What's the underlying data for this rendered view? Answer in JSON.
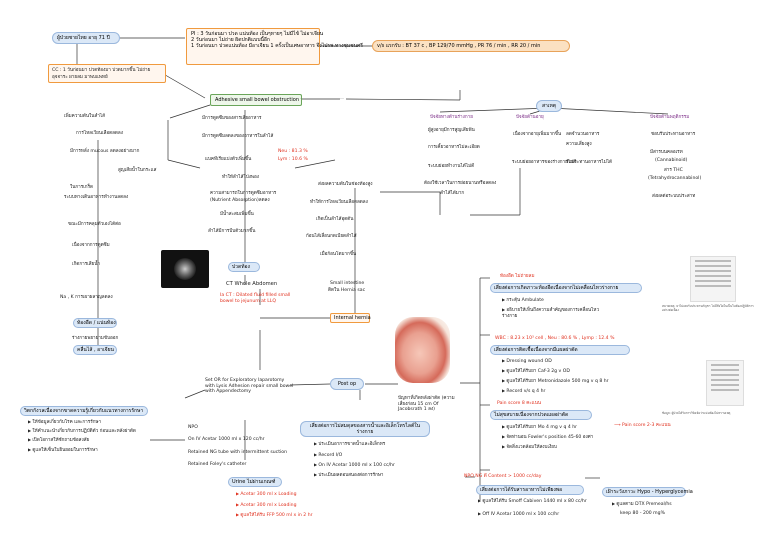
{
  "patient": "ผู้ป่วยชายไทย อายุ 71 ปี",
  "cc": "CC : 1 วันก่อนมา ปวดท้องมา ปวดมากขึ้น ไม่ถ่ายอุจจาระ ผายลม มาพบแพทย์",
  "pi": [
    "PI : 3 วันก่อนมา ปวด แน่นท้อง เป็นๆหายๆ ไม่มีไข้ ไม่อาเจียน",
    "2 วันก่อนมา ไม่ถ่าย ผิดปกติแบบนี้อีก",
    "1 วันก่อนมา ปวดแน่นท้อง มีอาเจียน 1 ครั้งเป็นเศษอาหาร จึงไปรพ.ทางชุมชนศรี"
  ],
  "vital": "v/s แรกรับ : BT 37 c , BP 129/70 mmHg , PR 76 / min , RR 20 / min",
  "diagnosis": "Adhesive small bowel obstruction",
  "cause_title": "สาเหตุ",
  "cause_cols": [
    {
      "title": "ปัจจัยทางด้านร่างกาย",
      "items": [
        "ผู้สูงอายุมีการสูญเสียฟัน",
        "การเคี้ยวอาหารไม่ละเอียด",
        "ระบบย่อยทำงานได้ไม่ดี",
        "ต้องใช้เวลาในการย่อยนานหรือลดลง"
      ]
    },
    {
      "title": "ปัจจัยด้านอายุ",
      "items": [
        "เนื่องจากอายุเพิ่มมากขึ้น",
        "ระบบย่อยอาหารของร่างกายไม่ดี"
      ]
    },
    {
      "title": "",
      "items": [
        "ลดจำนวนอาหาร",
        "ความเสี่ยงสูง",
        "รับประทานอาหารไม่ได้"
      ]
    },
    {
      "title": "ปัจจัยด้านพฤติกรรม",
      "items": [
        "ชอบรับประทานอาหาร",
        "มีสารบนคลอเรท",
        "(Cannabinoid)",
        "สาร THC",
        "(Tetrahydrocannabinol)",
        "ส่งผลต่อระบบประสาท"
      ]
    }
  ],
  "left_chain": [
    "เพิ่มความดันในลำไส้",
    "การไหลเวียนเลือดลดลง",
    "มีการหลั่ง mucous ลดลงอย่างมาก",
    "ในการเกร็ด",
    "ระบบทางเดินอาหารทำงานลดลง",
    "สูญเสียน้ำในกระแส",
    "ขณะมีการคลุมตัวเองได้ต่อ",
    "เนื่องจากการดูดซึม",
    "เกิดการเสียน้ำ",
    "Na , K การเผาผลาญลดลง",
    "ท้องอืด / แน่นท้อง",
    "ร่างกายพยายามขับออก",
    "คลื่นไส้ , อาเจียน"
  ],
  "mid_chain": [
    "มีการดูดซึมของสารเสียอาหาร",
    "มีการดูดซึมลดลงของอาหารในลำไส้",
    "แบคทีเรียแบ่งตัวเพิ่มขึ้น",
    "ทำให้ลำไส้โป่งพอง",
    "ความสามารถในการดูดซึมอาหาร",
    "(Nutrient Absorption)ลดลง",
    "มีน้ำสะสมเพิ่มขึ้น",
    "ลำไส้มีการบีบตัวมากขึ้น",
    "ปวดท้อง"
  ],
  "lab1": [
    "Neu : 81.3 %",
    "Lym : 10.6 %"
  ],
  "hernia_chain": [
    "ส่งผลความดันในช่องท้องสูง",
    "ทำให้การไหลเวียนเลือดลดลง",
    "เกิดเป็นลำไส้อุดตัน",
    "ก้อนไส้เลื่อนกดเบียดลำไส้",
    "Small intestine",
    "ติดใน Hernia sac"
  ],
  "internal_hernia": "Internal hernia",
  "ct_title": "CT Whole Abdomen",
  "ct_result": "Ia CT : Dilated fluid filled small bowel to jejunum at LLQ",
  "surgery": "Set OR for Exploratory laparotomy with Lysis Adhesion repair small bowel with Appendectomy",
  "post_op": "Post op",
  "post_op_note": "ปัญหาที่เกิดหลังผ่าตัด (ความเสี่ยงก่อน 15 cm Of Jacobsrath 1 ลง)",
  "nurse_1": {
    "title": "วิตกกังวลเนื่องจากขาดความรู้เกี่ยวกับแนวทางการรักษา",
    "items": [
      "ให้ข้อมูลเกี่ยวกับโรค และการรักษา",
      "ให้คำแนะนำเกี่ยวกับการปฏิบัติตัว ก่อนและหลังผ่าตัด",
      "เปิดโอกาสให้ซักถามข้อสงสัย",
      "ดูแลให้เซ็นใบยินยอมในการรักษา"
    ]
  },
  "orders": [
    "NPO",
    "On IV Acetar 1000 ml x 120 cc/hr",
    "Retained NG tube with intermittent suction",
    "Retained Foley's catheter"
  ],
  "nurse_2": {
    "title": "เสี่ยงต่อการไม่สมดุลของสารน้ำและอิเล็กโทรไลต์ในร่างกาย",
    "items": [
      "ประเมินอาการขาดน้ำและอิเล็กทร",
      "Record I/O",
      "On IV Acetar 1000 ml x 100 cc/hr",
      "ประเมินผลตอบสนองต่อการรักษา"
    ]
  },
  "urine": {
    "title": "Urine ไม่ผ่านเกณฑ์",
    "items": [
      "Acetar 300 ml x Loading",
      "Acetar 300 ml x Loading",
      "ดูแลให้ได้รับ FFP 500 ml x in 2 hr"
    ]
  },
  "right_1": {
    "head": "ท้องอืด ไม่ถ่ายลม",
    "title": "เสี่ยงต่อการเกิดภาวะท้องอืดเนื่องจากไม่เคลื่อนไหวร่างกาย",
    "items": [
      "กระตุ้น Ambulate",
      "อธิบายให้เห็นถึงความสำคัญของการเคลื่อนไหวร่างกาย"
    ]
  },
  "right_2": {
    "lab": "WBC : 8.23 x 10³ cell , Neu : 80.6 % , Lymp : 12.4 %",
    "title": "เสี่ยงต่อการติดเชื้อเนื่องจากมีแผลผ่าตัด",
    "items": [
      "Dressing wound OD",
      "ดูแลให้ได้รับยา Caf-3 2g v OD",
      "ดูแลให้ได้รับยา Metronidazole 500 mg v q 8 hr",
      "Record v/s q 4 hr"
    ]
  },
  "right_3": {
    "head": "Pain score 8 คะแนน",
    "title": "ไม่สุขสบายเนื่องจากปวดแผลผ่าตัด",
    "items": [
      "ดูแลให้ได้รับยา Mo 4 mg v q 4 hr",
      "จัดท่านอน Fowler's position 45-60 องศา",
      "จัดสิ่งแวดล้อมให้สงบเงียบ"
    ],
    "result": "Pain score 2-3 คะแนน"
  },
  "npo_line": "NPO     NG ดี Content > 1000 cc/day",
  "right_4": {
    "title": "เสี่ยงต่อการได้รับสารอาหารไม่เพียงพอ",
    "items": [
      "ดูแลให้ได้รับ Smoff Cabiven 1440 ml x 80 cc/hr",
      "Off IV Acetar 1000 ml x 100 cc/hr"
    ]
  },
  "right_5": {
    "title": "เฝ้าระวังภาวะ Hypo - Hyperglycemia",
    "items": [
      "ดูแลตาม DTX Premeal/hs",
      "keep 80 - 200 mg%"
    ]
  },
  "doc_captions": [
    "หมายเหตุ: ยาไม่เคยรับประทานกัญชา ไม่มีสิ่งใดในเป็นในห้องปฏิบัติการอย่างต่อเนื่อง",
    "ข้อมูล: ผู้ป่วยได้รับการวินิจฉัยว่าแน่นท้องไม่ทราบเหตุ"
  ]
}
